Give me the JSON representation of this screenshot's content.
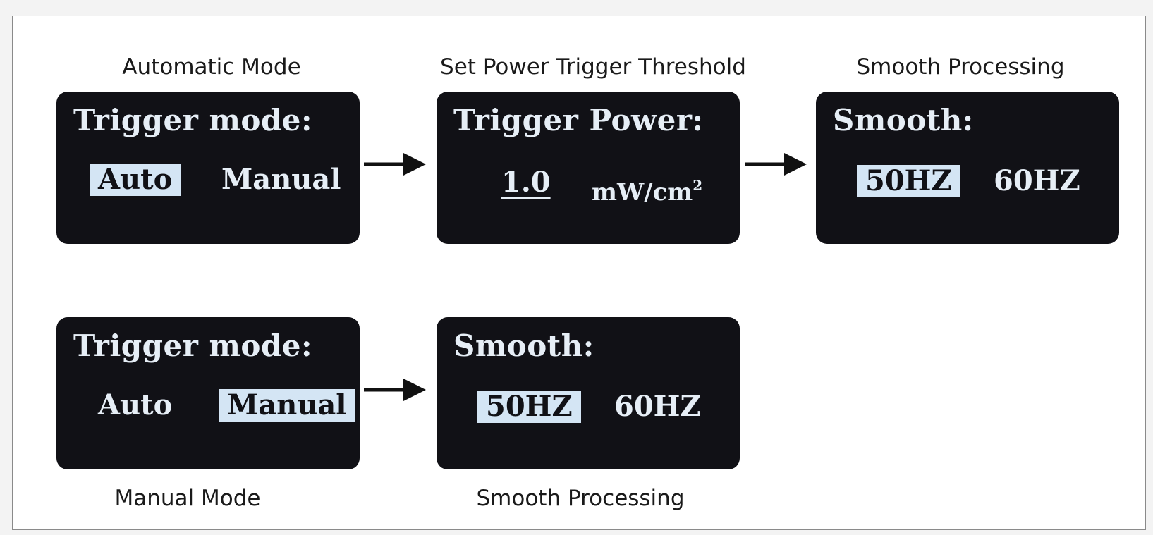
{
  "captions": {
    "automatic_mode": "Automatic Mode",
    "set_power_threshold": "Set Power Trigger Threshold",
    "smooth_processing_top": "Smooth Processing",
    "manual_mode": "Manual Mode",
    "smooth_processing_bottom": "Smooth Processing"
  },
  "screens": {
    "auto_trigger": {
      "title": "Trigger mode:",
      "options": [
        "Auto",
        "Manual"
      ],
      "selected": "Auto"
    },
    "trigger_power": {
      "title": "Trigger Power:",
      "value": "1.0",
      "unit": "mW/cm",
      "unit_exponent": "2"
    },
    "smooth_top": {
      "title": "Smooth:",
      "options": [
        "50HZ",
        "60HZ"
      ],
      "selected": "50HZ"
    },
    "manual_trigger": {
      "title": "Trigger mode:",
      "options": [
        "Auto",
        "Manual"
      ],
      "selected": "Manual"
    },
    "smooth_bottom": {
      "title": "Smooth:",
      "options": [
        "50HZ",
        "60HZ"
      ],
      "selected": "50HZ"
    }
  },
  "colors": {
    "screen_bg": "#111116",
    "screen_text": "#e6eef6",
    "selection_bg": "#d4e5f4",
    "arrow": "#111111"
  }
}
